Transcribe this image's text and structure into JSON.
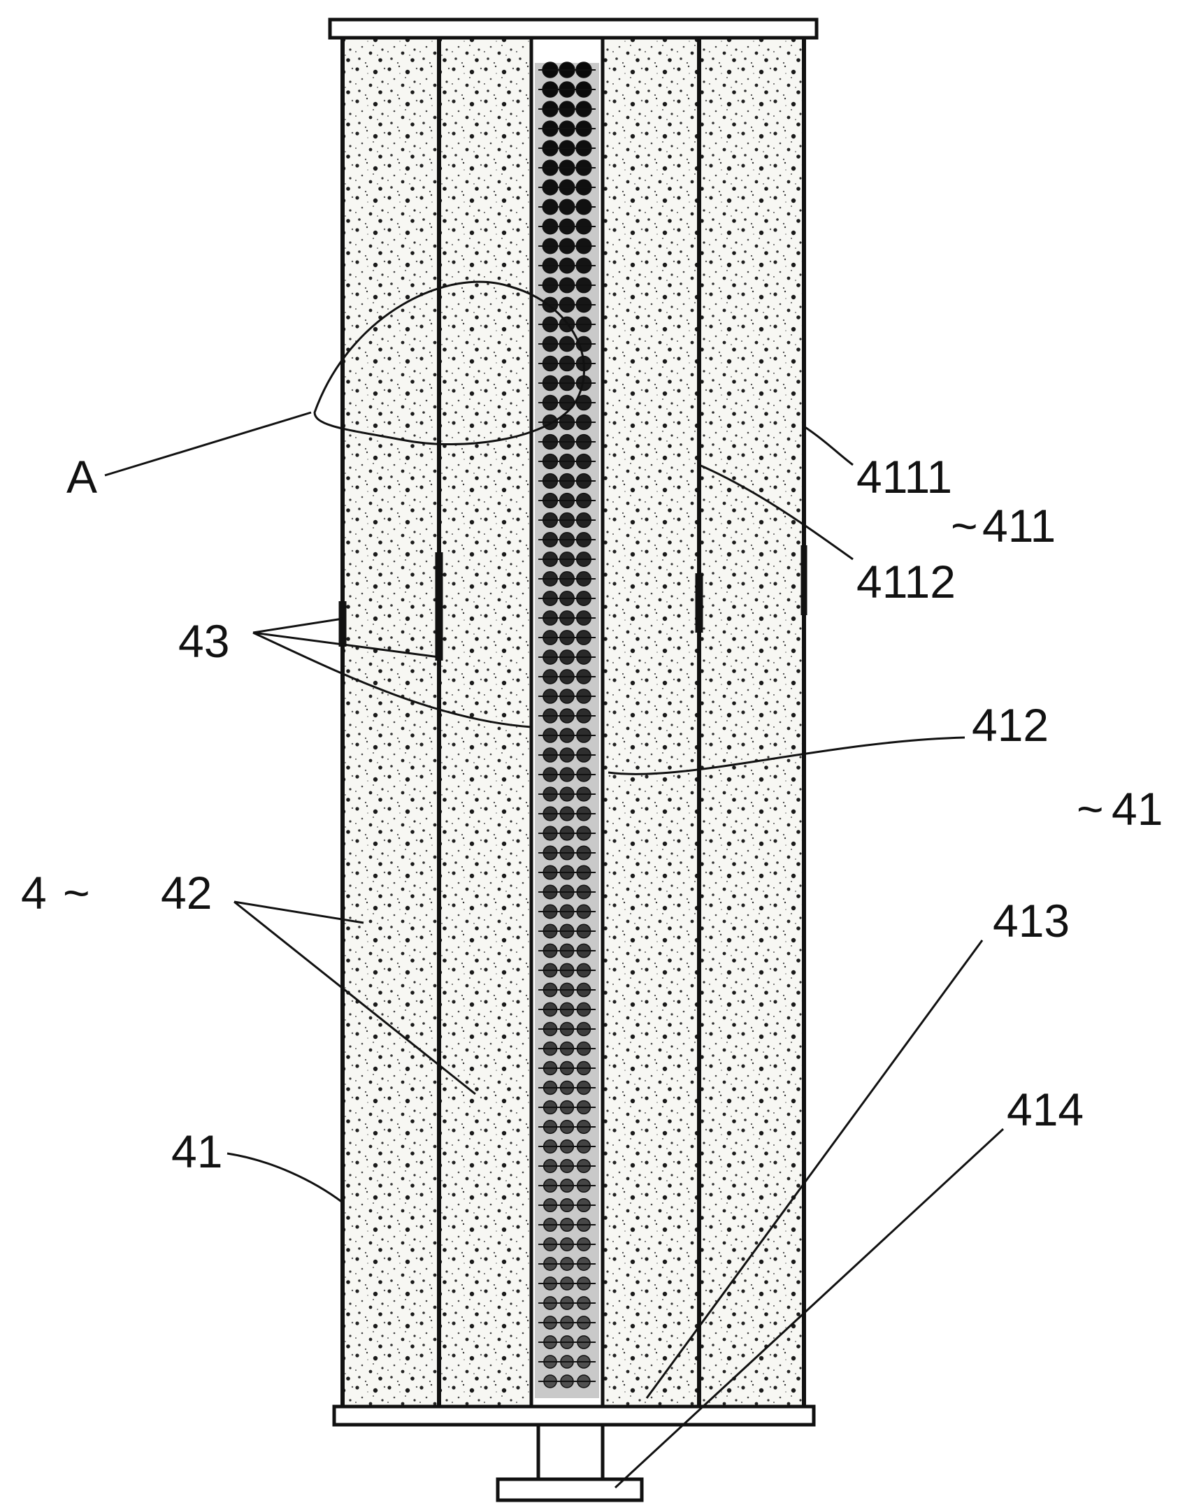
{
  "labels": {
    "a": "A",
    "l4111": "4111",
    "l411": "411",
    "l4112": "4112",
    "l43": "43",
    "l412": "412",
    "l41_right": "41",
    "l4": "4",
    "l42": "42",
    "l413": "413",
    "l414": "414",
    "l41_left": "41",
    "tilde": "~"
  }
}
